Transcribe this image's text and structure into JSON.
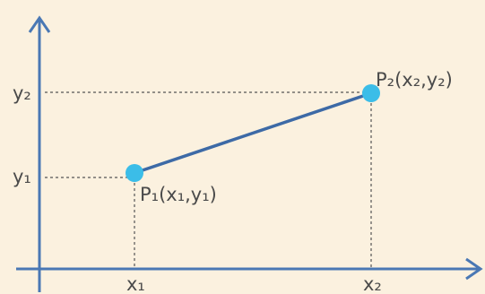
{
  "labels": {
    "y_tick_1": "y₁",
    "y_tick_2": "y₂",
    "x_tick_1": "x₁",
    "x_tick_2": "x₂",
    "point_1": "P₁(x₁,y₁)",
    "point_2": "P₂(x₂,y₂)"
  },
  "colors": {
    "background": "#fbf1df",
    "axis": "#4a78b4",
    "segment": "#3d6aa6",
    "point": "#3bbde8",
    "guide": "#555555",
    "text": "#4a4a4a"
  }
}
